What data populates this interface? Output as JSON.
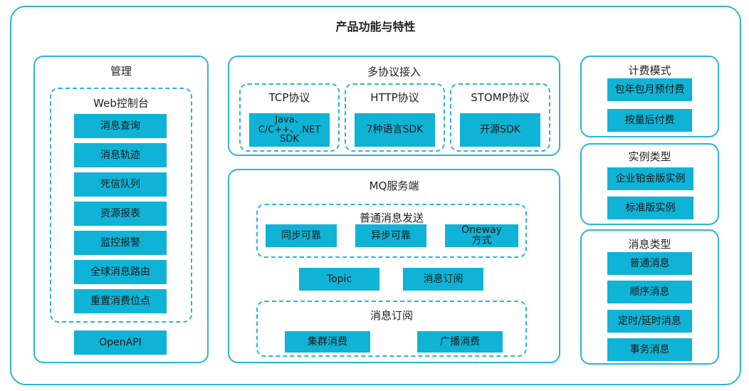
{
  "title": "产品功能与特性",
  "management": {
    "title": "管理",
    "console": {
      "title": "Web控制台",
      "items": [
        "消息查询",
        "消息轨迹",
        "死信队列",
        "资源报表",
        "监控报警",
        "全球消息路由",
        "重置消费位点"
      ]
    },
    "openapi": "OpenAPI"
  },
  "protocols": {
    "title": "多协议接入",
    "tcp": {
      "title": "TCP协议",
      "line1": "Java、",
      "line2": "C/C++、.NET",
      "line3": "SDK"
    },
    "http": {
      "title": "HTTP协议",
      "sdk": "7种语言SDK"
    },
    "stomp": {
      "title": "STOMP协议",
      "sdk": "开源SDK"
    }
  },
  "server": {
    "title": "MQ服务端",
    "send": {
      "title": "普通消息发送",
      "sync": "同步可靠",
      "async": "异步可靠",
      "oneway_line1": "Oneway",
      "oneway_line2": "方式"
    },
    "topic": "Topic",
    "subscribe_btn": "消息订阅",
    "subscribe": {
      "title": "消息订阅",
      "cluster": "集群消费",
      "broadcast": "广播消费"
    }
  },
  "billing": {
    "title": "计费模式",
    "items": [
      "包年包月预付费",
      "按量后付费"
    ]
  },
  "instance": {
    "title": "实例类型",
    "items": [
      "企业铂金版实例",
      "标准版实例"
    ]
  },
  "message_types": {
    "title": "消息类型",
    "items": [
      "普通消息",
      "顺序消息",
      "定时/延时消息",
      "事务消息"
    ]
  },
  "colors": {
    "accent": "#2bb5d8",
    "fill": "#0fb3d6"
  }
}
